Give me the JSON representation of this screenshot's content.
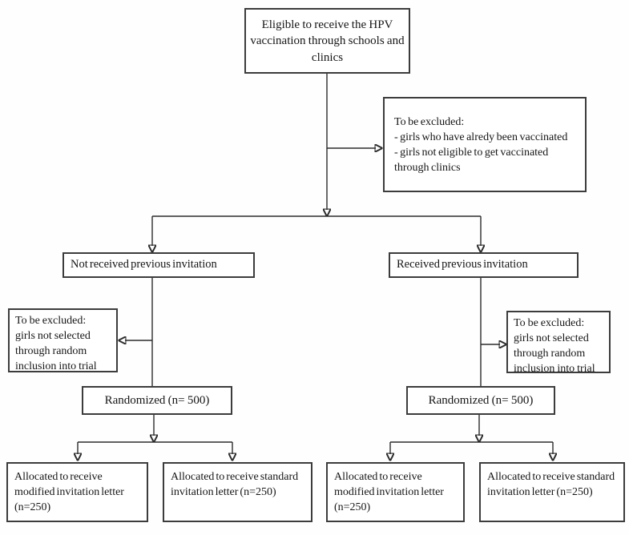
{
  "flowchart": {
    "title": "HPV vaccination invitation trial flow diagram",
    "top": {
      "eligible": "Eligible to receive the HPV\nvaccination through schools and\nclinics",
      "exclusion": "To be excluded:\n- girls who have alredy been vaccinated\n- girls not eligible to get vaccinated\nthrough clinics"
    },
    "left_arm": {
      "status": "Not received previous invitation",
      "exclusion": "To be excluded:\ngirls not selected\nthrough random\ninclusion into trial",
      "randomized": "Randomized (n= 500)",
      "alloc_modified": "Allocated to receive\nmodified invitation letter\n(n=250)",
      "alloc_standard": "Allocated to receive standard\ninvitation letter (n=250)"
    },
    "right_arm": {
      "status": "Received previous invitation",
      "exclusion": "To be excluded:\ngirls not selected\nthrough random\ninclusion into trial",
      "randomized": "Randomized (n= 500)",
      "alloc_modified": "Allocated to receive\nmodified invitation letter\n(n=250)",
      "alloc_standard": "Allocated to receive standard\ninvitation letter (n=250)"
    },
    "colors": {
      "line": "#2b2b2b",
      "box_border": "#3c3c3c",
      "background": "#ffffff",
      "text": "#161616"
    }
  }
}
